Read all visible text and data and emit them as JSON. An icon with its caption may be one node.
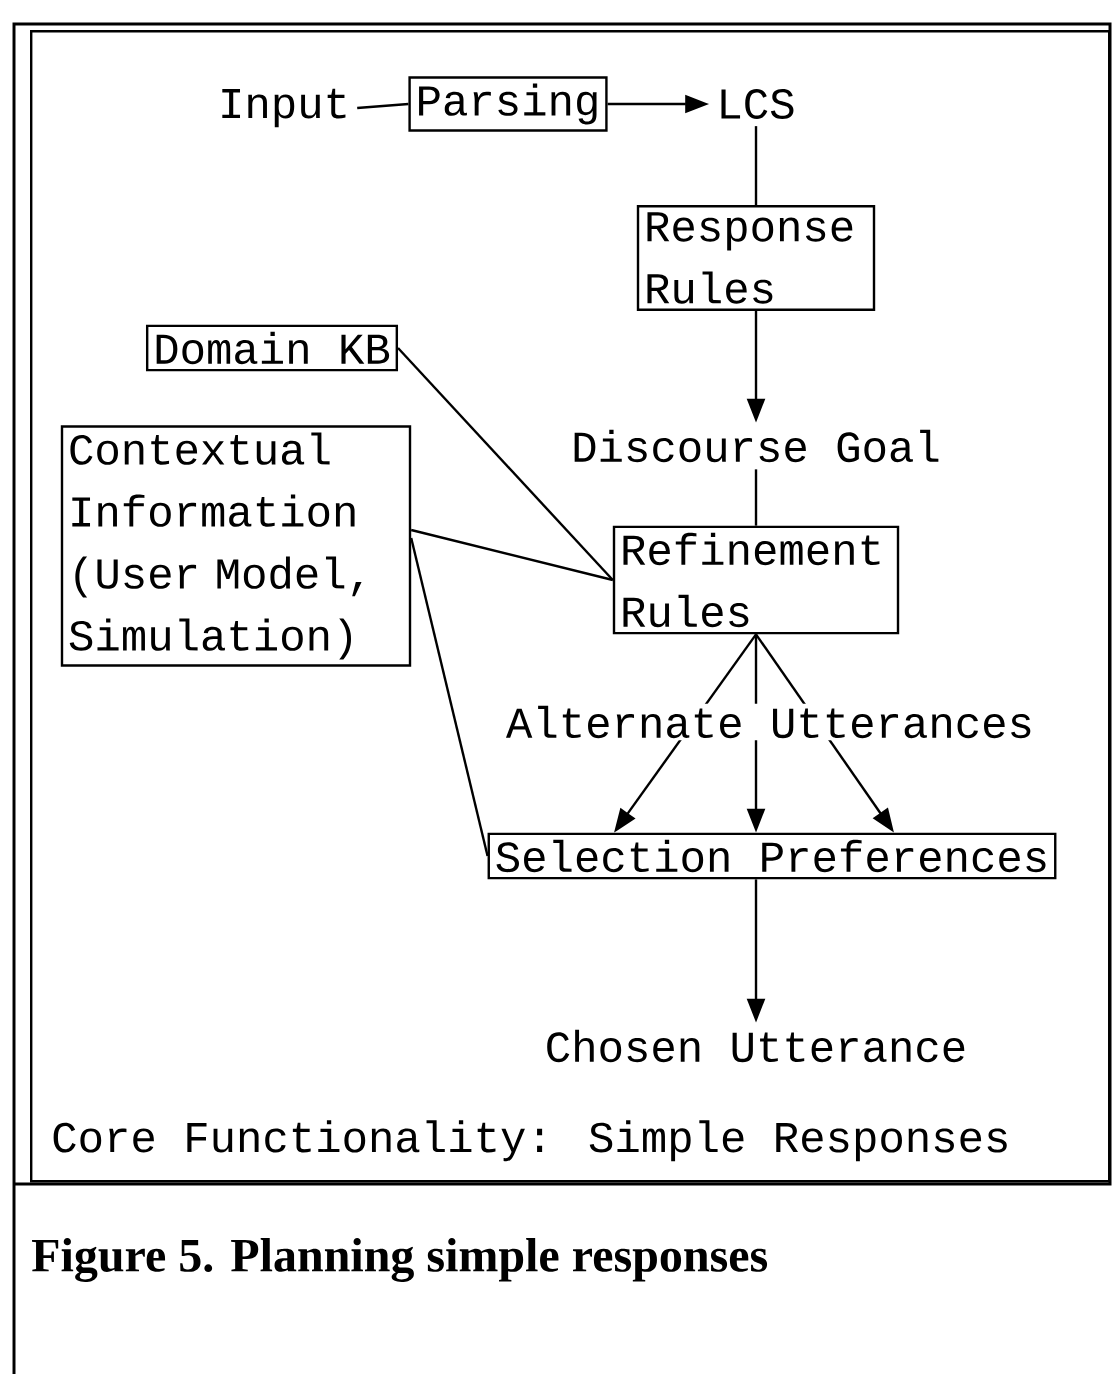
{
  "diagram": {
    "caption": "Figure 5. Planning simple responses",
    "nodes": [
      {
        "text": [
          "Core Functionality: Simple Responses"
        ]
      },
      {
        "text": [
          "Input"
        ],
        "in": 0
      },
      {
        "text": [
          "Parsing"
        ],
        "in": 0
      },
      {
        "text": [
          "LCS"
        ],
        "in": 0
      },
      {
        "text": [
          "Response Rules"
        ],
        "in": 0
      },
      {
        "text": [
          "Domain KB"
        ],
        "in": 0
      },
      {
        "text": [
          "Discourse Goal"
        ],
        "in": 0
      },
      {
        "text": [
          "Contextual Information (User Model, Simulation)"
        ],
        "in": 0
      },
      {
        "text": [
          "Refinement Rules"
        ],
        "in": 0
      },
      {
        "text": [
          "Selection Preferences"
        ],
        "in": 0
      },
      {
        "text": [
          "Chosen Utterance"
        ],
        "in": 0
      }
    ],
    "edges": [
      {
        "from": 1,
        "to": 2,
        "arrow": "none"
      },
      {
        "from": 2,
        "to": 3,
        "arrow": "to"
      },
      {
        "from": 3,
        "to": 4,
        "arrow": "none"
      },
      {
        "from": 4,
        "to": 6,
        "arrow": "to"
      },
      {
        "from": 6,
        "to": 8,
        "arrow": "none"
      },
      {
        "from": 5,
        "to": 8,
        "arrow": "none"
      },
      {
        "from": 7,
        "to": 8,
        "arrow": "none"
      },
      {
        "from": 7,
        "to": 9,
        "arrow": "none"
      },
      {
        "from": 8,
        "to": 9,
        "arrow": "to"
      },
      {
        "from": 8,
        "to": 9,
        "arrow": "to"
      },
      {
        "from": 8,
        "to": 9,
        "arrow": "to"
      },
      {
        "from": 9,
        "to": 10,
        "arrow": "to"
      }
    ],
    "labels": [
      "Alternate Utterances"
    ]
  }
}
